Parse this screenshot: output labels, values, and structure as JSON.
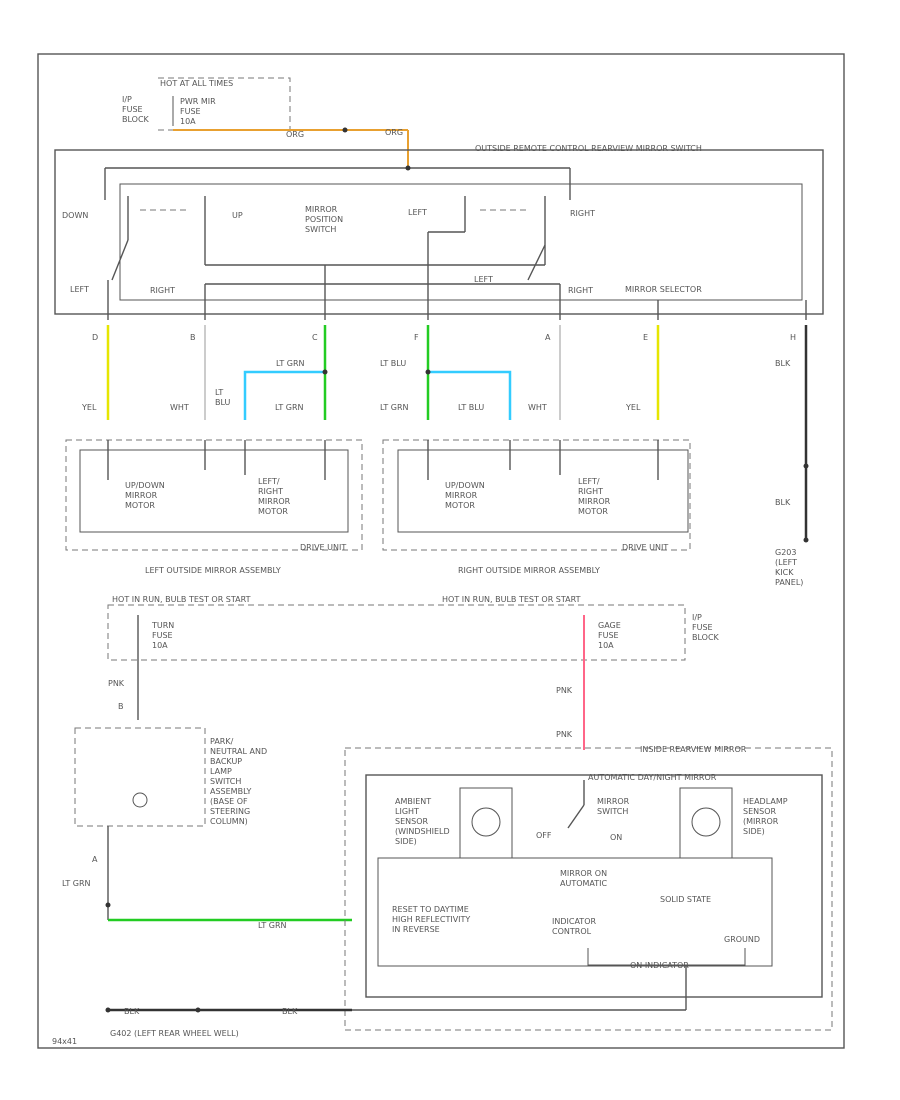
{
  "colors": {
    "yel": "#e6e600",
    "lt_grn": "#22cc22",
    "lt_blu": "#33ccff",
    "pnk": "#ff6688",
    "org": "#e8a030",
    "wht": "#cccccc",
    "blk": "#333333"
  },
  "labels": {
    "hot_fuse": "HOT AT ALL TIMES",
    "ip_fuse_block": "I/P\nFUSE\nBLOCK",
    "fuse_power_mir": "PWR MIR\nFUSE\n10A",
    "org1": "ORG",
    "org2": "ORG",
    "switch_title": "OUTSIDE REMOTE CONTROL REARVIEW MIRROR SWITCH",
    "down": "DOWN",
    "up": "UP",
    "mirror_position_switch": "MIRROR\nPOSITION\nSWITCH",
    "left_top": "LEFT",
    "right_top": "RIGHT",
    "left_sel": "LEFT",
    "right_sel": "RIGHT",
    "left_sel2": "LEFT",
    "right_sel2": "RIGHT",
    "mirror_selector": "MIRROR SELECTOR",
    "pin_d": "D",
    "pin_b": "B",
    "pin_c": "C",
    "pin_f": "F",
    "pin_a": "A",
    "pin_e": "E",
    "pin_h": "H",
    "yel_l": "YEL",
    "wht_l": "WHT",
    "lt_blu_l": "LT\nBLU",
    "lt_grn_top_l": "LT GRN",
    "lt_grn_l": "LT GRN",
    "lt_blu_r": "LT BLU",
    "lt_grn_r": "LT GRN",
    "lt_blu_r2": "LT BLU",
    "wht_r": "WHT",
    "yel_r": "YEL",
    "blk_r": "BLK",
    "blk_r2": "BLK",
    "updown_motor_l": "UP/DOWN\nMIRROR\nMOTOR",
    "leftright_motor_l": "LEFT/\nRIGHT\nMIRROR\nMOTOR",
    "updown_motor_r": "UP/DOWN\nMIRROR\nMOTOR",
    "leftright_motor_r": "LEFT/\nRIGHT\nMIRROR\nMOTOR",
    "drive_unit_l": "DRIVE UNIT",
    "drive_unit_r": "DRIVE UNIT",
    "left_assembly": "LEFT OUTSIDE MIRROR ASSEMBLY",
    "right_assembly": "RIGHT OUTSIDE MIRROR ASSEMBLY",
    "g203": "G203\n(LEFT\nKICK\nPANEL)",
    "hot_run_l": "HOT IN RUN, BULB TEST OR START",
    "hot_run_r": "HOT IN RUN, BULB TEST OR START",
    "fuse_turn": "TURN\nFUSE\n10A",
    "fuse_gage": "GAGE\nFUSE\n10A",
    "ip_fuse_block2": "I/P\nFUSE\nBLOCK",
    "pnk_l": "PNK",
    "pnk_r1": "PNK",
    "pnk_r2": "PNK",
    "pin_b2": "B",
    "prnd_switch": "PARK/\nNEUTRAL AND\nBACKUP\nLAMP\nSWITCH\nASSEMBLY\n(BASE OF\nSTEERING\nCOLUMN)",
    "inside_mirror": "INSIDE REARVIEW MIRROR",
    "auto_mirror": "AUTOMATIC DAY/NIGHT MIRROR",
    "ambient_sensor": "AMBIENT\nLIGHT\nSENSOR\n(WINDSHIELD\nSIDE)",
    "mirror_switch": "MIRROR\nSWITCH",
    "off": "OFF",
    "on": "ON",
    "headlamp_sensor": "HEADLAMP\nSENSOR\n(MIRROR\nSIDE)",
    "mirror_on_auto": "MIRROR ON\nAUTOMATIC",
    "solid_state": "SOLID STATE",
    "reset_text": "RESET TO DAYTIME\nHIGH REFLECTIVITY\nIN REVERSE",
    "indicator_control": "INDICATOR\nCONTROL",
    "ground": "GROUND",
    "on_indicator": "ON INDICATOR",
    "lt_grn_bottom": "LT GRN",
    "lt_grn_bottom2": "LT GRN",
    "blk_b1": "BLK",
    "blk_b2": "BLK",
    "g402": "G402  (LEFT REAR WHEEL WELL)",
    "pin_a2": "A",
    "code": "94x41"
  }
}
